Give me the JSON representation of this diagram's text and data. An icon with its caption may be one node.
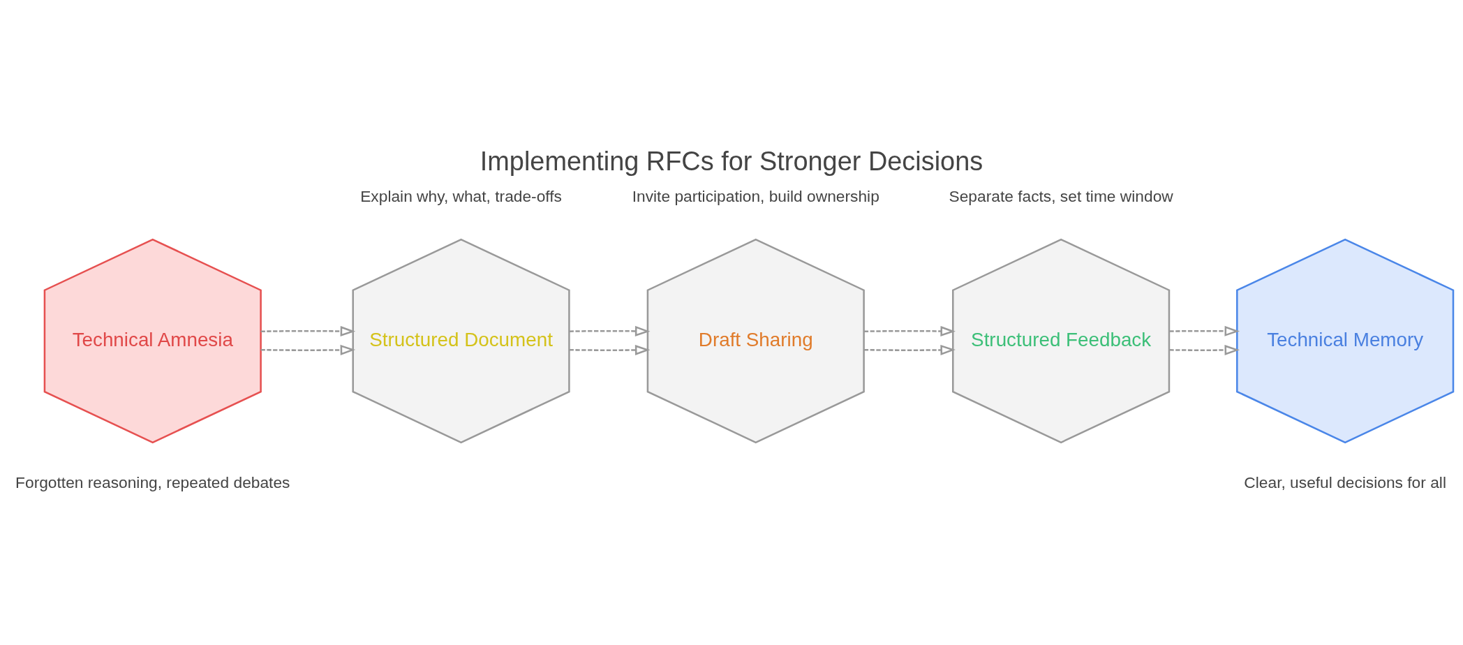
{
  "diagram": {
    "title": "Implementing RFCs for Stronger Decisions",
    "nodes": [
      {
        "text": [
          "Technical Amnesia"
        ],
        "beside": [
          "Forgotten reasoning, repeated debates"
        ]
      },
      {
        "text": [
          "Structured Document"
        ],
        "beside": [
          "Explain why, what, trade-offs"
        ]
      },
      {
        "text": [
          "Draft Sharing"
        ],
        "beside": [
          "Invite participation, build ownership"
        ]
      },
      {
        "text": [
          "Structured Feedback"
        ],
        "beside": [
          "Separate facts, set time window"
        ]
      },
      {
        "text": [
          "Technical Memory"
        ],
        "beside": [
          "Clear, useful decisions for all"
        ]
      }
    ],
    "edges": [
      {
        "from": 0,
        "to": 1,
        "arrow": "to",
        "style": "dashed"
      },
      {
        "from": 1,
        "to": 2,
        "arrow": "to",
        "style": "dashed"
      },
      {
        "from": 2,
        "to": 3,
        "arrow": "to",
        "style": "dashed"
      },
      {
        "from": 3,
        "to": 4,
        "arrow": "to",
        "style": "dashed"
      },
      {
        "from": 0,
        "to": 1,
        "arrow": "to",
        "style": "dashed"
      },
      {
        "from": 1,
        "to": 2,
        "arrow": "to",
        "style": "dashed"
      },
      {
        "from": 2,
        "to": 3,
        "arrow": "to",
        "style": "dashed"
      },
      {
        "from": 3,
        "to": 4,
        "arrow": "to",
        "style": "dashed"
      }
    ]
  }
}
